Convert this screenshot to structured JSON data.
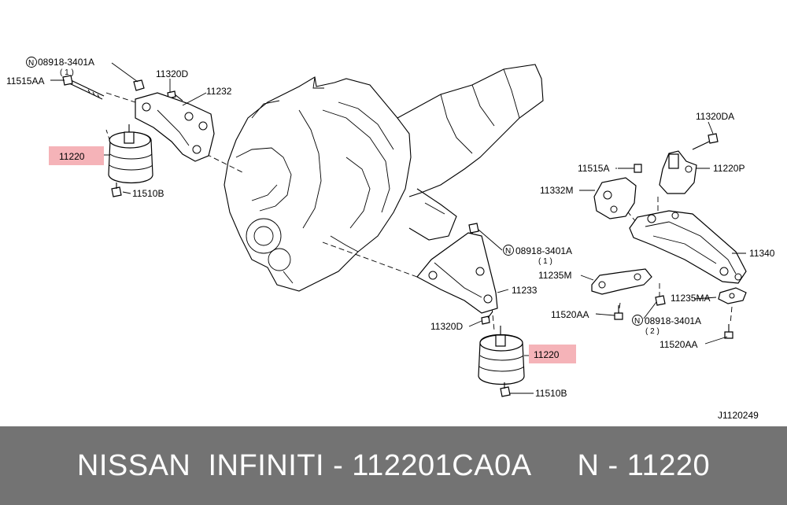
{
  "labels": {
    "n_left_top": "N",
    "bolt_left_top": "08918-3401A",
    "bolt_left_top_qty": "( 1 )",
    "l11515AA": "11515AA",
    "l11320D_top": "11320D",
    "l11232": "11232",
    "l11220_top": "11220",
    "l11510B_top": "11510B",
    "l11320DA": "11320DA",
    "l11515A": "11515A",
    "l11220P": "11220P",
    "l11332M": "11332M",
    "n_mid": "N",
    "bolt_mid": "08918-3401A",
    "bolt_mid_qty": "( 1 )",
    "l11340": "11340",
    "l11235M": "11235M",
    "l11233": "11233",
    "l11520AA_left": "11520AA",
    "l11235MA": "11235MA",
    "n_right": "N",
    "bolt_right": "08918-3401A",
    "bolt_right_qty": "( 2 )",
    "l11320D_bottom": "11320D",
    "l11220_bottom": "11220",
    "l11520AA_right": "11520AA",
    "l11510B_bottom": "11510B",
    "diagram_code": "J1120249"
  },
  "highlight_color": "#f5b3b8",
  "footer": {
    "left": "NISSAN  INFINITI - 112201CA0A",
    "right": "N - 11220"
  }
}
